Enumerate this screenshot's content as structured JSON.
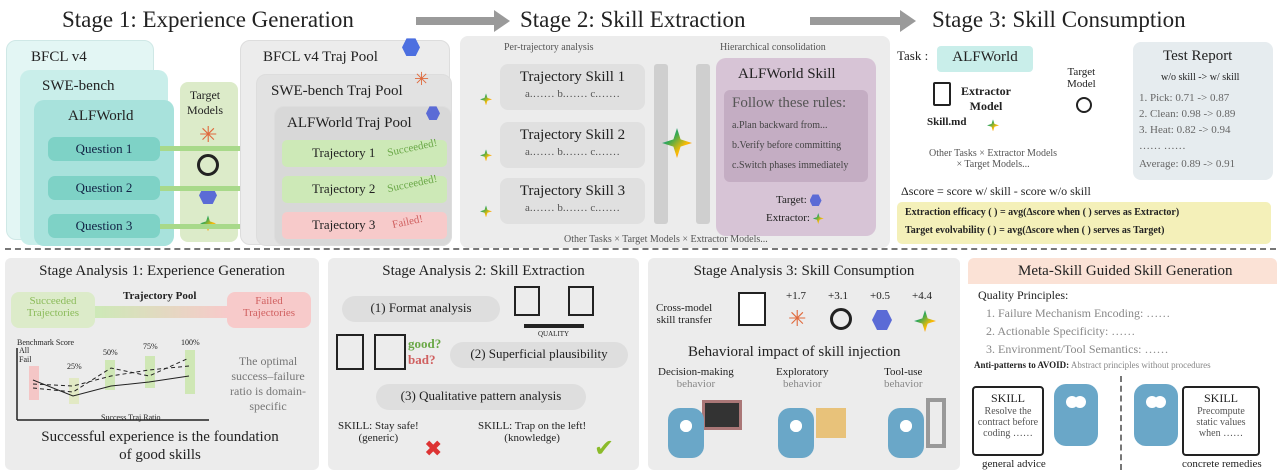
{
  "titles": {
    "stage1": "Stage 1: Experience Generation",
    "stage2": "Stage 2: Skill Extraction",
    "stage3": "Stage 3: Skill Consumption"
  },
  "stage1": {
    "tasks": [
      "BFCL v4",
      "SWE-bench",
      "ALFWorld"
    ],
    "questions": [
      "Question 1",
      "Question 2",
      "Question 3"
    ],
    "target_models_label": "Target\nModels",
    "pools": [
      "BFCL v4 Traj Pool",
      "SWE-bench Traj Pool",
      "ALFWorld Traj Pool"
    ],
    "trajectories": [
      {
        "label": "Trajectory 1",
        "tag": "Succeeded!"
      },
      {
        "label": "Trajectory 2",
        "tag": "Succeeded!"
      },
      {
        "label": "Trajectory 3",
        "tag": "Failed!"
      }
    ]
  },
  "stage2": {
    "per_traj_label": "Per-trajectory analysis",
    "hier_label": "Hierarchical consolidation",
    "skills": [
      "Trajectory Skill 1",
      "Trajectory Skill 2",
      "Trajectory Skill 3"
    ],
    "skill_items": "a.…… b.…… c.……",
    "alfworld_skill": "ALFWorld Skill",
    "rules_title": "Follow these rules:",
    "rules": [
      "a.Plan backward from...",
      "b.Verify before committing",
      "c.Switch phases immediately"
    ],
    "target_label": "Target:",
    "extractor_label": "Extractor:",
    "footer": "Other Tasks × Target Models × Extractor Models..."
  },
  "stage3": {
    "task_label": "Task :",
    "task": "ALFWorld",
    "extractor_model": "Extractor\nModel",
    "skill_md": "Skill.md",
    "target_model": "Target\nModel",
    "report_title": "Test Report",
    "report_header": "w/o skill -> w/ skill",
    "report_rows": [
      {
        "k": "1. Pick:",
        "v": "0.71 -> 0.87"
      },
      {
        "k": "2. Clean:",
        "v": "0.98 -> 0.89"
      },
      {
        "k": "3. Heat:",
        "v": "0.82 -> 0.94"
      },
      {
        "k": "……",
        "v": "……"
      },
      {
        "k": "Average:",
        "v": "0.89 -> 0.91"
      }
    ],
    "other_tasks": "Other Tasks × Extractor Models\n× Target Models...",
    "delta_formula": "Δscore = score w/ skill - score w/o skill",
    "efficacy": "Extraction efficacy ( ) = avg(Δscore when ( ) serves as Extractor)",
    "evolvability": "Target evolvability ( ) = avg(Δscore when ( ) serves as Target)"
  },
  "analysis1": {
    "title": "Stage Analysis 1: Experience Generation",
    "succeeded": "Succeeded\nTrajectories",
    "pool": "Trajectory Pool",
    "failed": "Failed\nTrajectories",
    "y_label": "Benchmark Score",
    "x_label": "Success Traj Ratio",
    "pct": [
      "All\nFail",
      "25%",
      "50%",
      "75%",
      "100%"
    ],
    "side_text": "The optimal success–failure ratio is domain-specific",
    "bottom_text": "Successful experience is the foundation of good skills"
  },
  "analysis2": {
    "title": "Stage Analysis 2: Skill Extraction",
    "p1": "(1) Format analysis",
    "p2": "(2) Superficial plausibility",
    "p3": "(3) Qualitative pattern analysis",
    "good": "good?",
    "bad": "bad?",
    "quality": "QUALITY",
    "skill_a": "SKILL: Stay safe!\n(generic)",
    "skill_b": "SKILL: Trap on the left!\n(knowledge)"
  },
  "analysis3": {
    "title": "Stage Analysis 3: Skill Consumption",
    "cross": "Cross-model\nskill transfer",
    "gains": [
      "+1.7",
      "+3.1",
      "+0.5",
      "+4.4"
    ],
    "impact": "Behavioral impact of skill injection",
    "behaviors": [
      {
        "a": "Decision-making",
        "b": "behavior"
      },
      {
        "a": "Exploratory",
        "b": "behavior"
      },
      {
        "a": "Tool-use",
        "b": "behavior"
      }
    ]
  },
  "meta": {
    "title": "Meta-Skill Guided Skill Generation",
    "qp": "Quality Principles:",
    "principles": [
      "1. Failure Mechanism Encoding: ……",
      "2. Actionable Specificity: ……",
      "3. Environment/Tool Semantics: ……"
    ],
    "anti": "Anti-patterns to AVOID:",
    "anti_text": "Abstract principles without procedures",
    "skill1_title": "SKILL",
    "skill1_text": "Resolve the contract before coding ……",
    "skill2_title": "SKILL",
    "skill2_text": "Precompute static values when ……",
    "general": "general advice",
    "concrete": "concrete remedies"
  }
}
